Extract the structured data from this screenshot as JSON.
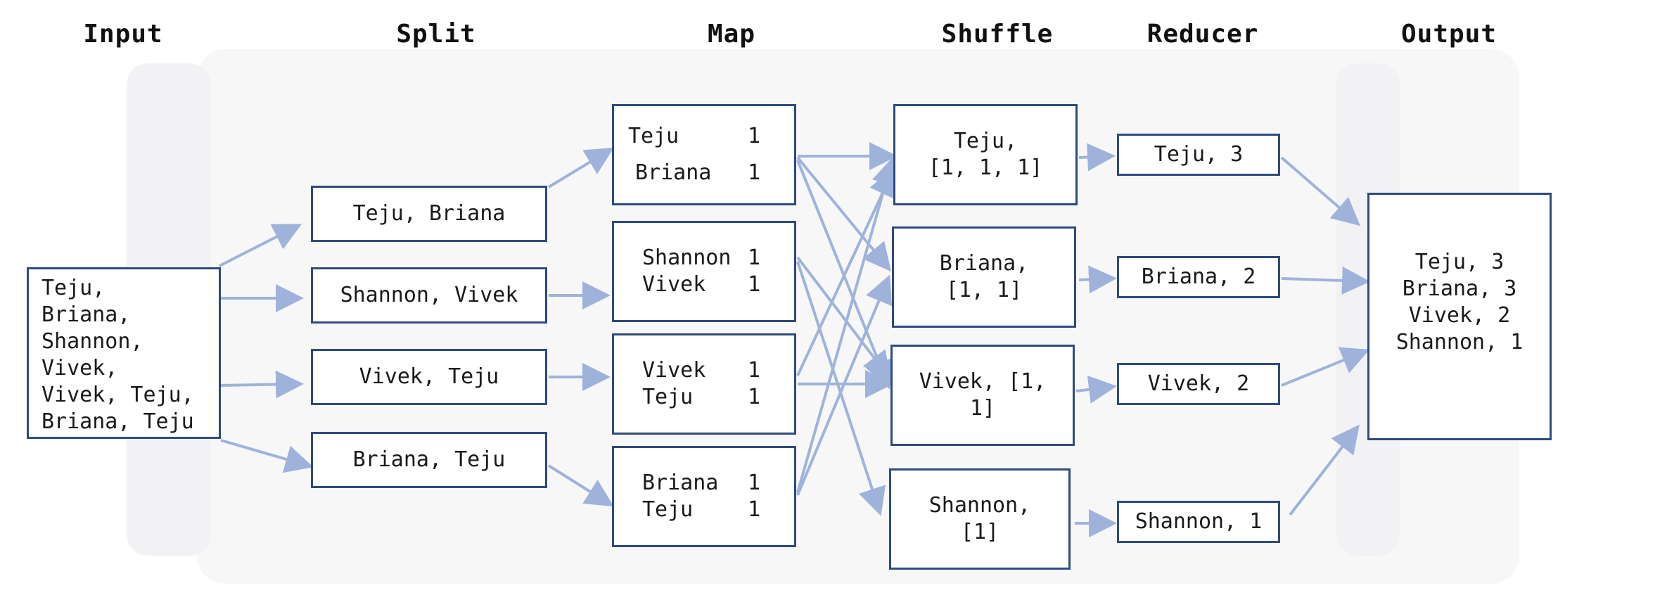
{
  "stages": [
    "Input",
    "Split",
    "Map",
    "Shuffle",
    "Reducer",
    "Output"
  ],
  "input": "Teju,\nBriana,\nShannon,\nVivek,\nVivek, Teju,\nBriana, Teju",
  "split": [
    "Teju, Briana",
    "Shannon, Vivek",
    "Vivek, Teju",
    "Briana, Teju"
  ],
  "map": [
    [
      {
        "k": "Teju",
        "v": "1"
      },
      {
        "k": "Briana",
        "v": "1"
      }
    ],
    [
      {
        "k": "Shannon",
        "v": "1"
      },
      {
        "k": "Vivek",
        "v": "1"
      }
    ],
    [
      {
        "k": "Vivek",
        "v": "1"
      },
      {
        "k": "Teju",
        "v": "1"
      }
    ],
    [
      {
        "k": "Briana",
        "v": "1"
      },
      {
        "k": "Teju",
        "v": "1"
      }
    ]
  ],
  "shuffle": [
    "Teju,\n[1, 1, 1]",
    "Briana,\n[1, 1]",
    "Vivek, [1,\n1]",
    "Shannon,\n[1]"
  ],
  "reducer": [
    "Teju, 3",
    "Briana, 2",
    "Vivek, 2",
    "Shannon, 1"
  ],
  "output": "Teju, 3\nBriana, 3\nVivek, 2\nShannon, 1",
  "colors": {
    "box_border": "#2f4b7c",
    "arrow": "#9fb3da"
  }
}
